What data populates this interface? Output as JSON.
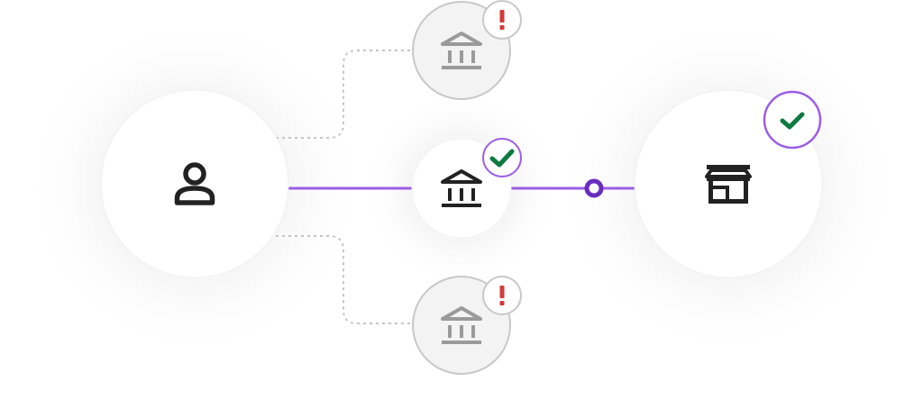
{
  "colors": {
    "accent": "#9b5de5",
    "accent_dark": "#6a2cc0",
    "success": "#0d7a3f",
    "warning": "#d43a3a",
    "icon_dark": "#222222",
    "icon_muted": "#9a9a9a",
    "node_border_muted": "#c8c8c8",
    "node_fill_muted": "#f3f3f3",
    "connector_muted": "#c4c4c4"
  },
  "nodes": [
    {
      "id": "person",
      "icon": "person-icon",
      "status": "none",
      "state": "active"
    },
    {
      "id": "bank-top",
      "icon": "bank-icon",
      "status": "warning",
      "state": "inactive"
    },
    {
      "id": "bank-middle",
      "icon": "bank-icon",
      "status": "success",
      "state": "active"
    },
    {
      "id": "bank-bottom",
      "icon": "bank-icon",
      "status": "warning",
      "state": "inactive"
    },
    {
      "id": "store",
      "icon": "storefront-icon",
      "status": "success",
      "state": "active"
    }
  ],
  "edges": [
    {
      "from": "person",
      "to": "bank-top",
      "style": "dashed"
    },
    {
      "from": "person",
      "to": "bank-middle",
      "style": "solid"
    },
    {
      "from": "person",
      "to": "bank-bottom",
      "style": "dashed"
    },
    {
      "from": "bank-middle",
      "to": "store",
      "style": "solid",
      "midpoint_marker": true
    }
  ]
}
